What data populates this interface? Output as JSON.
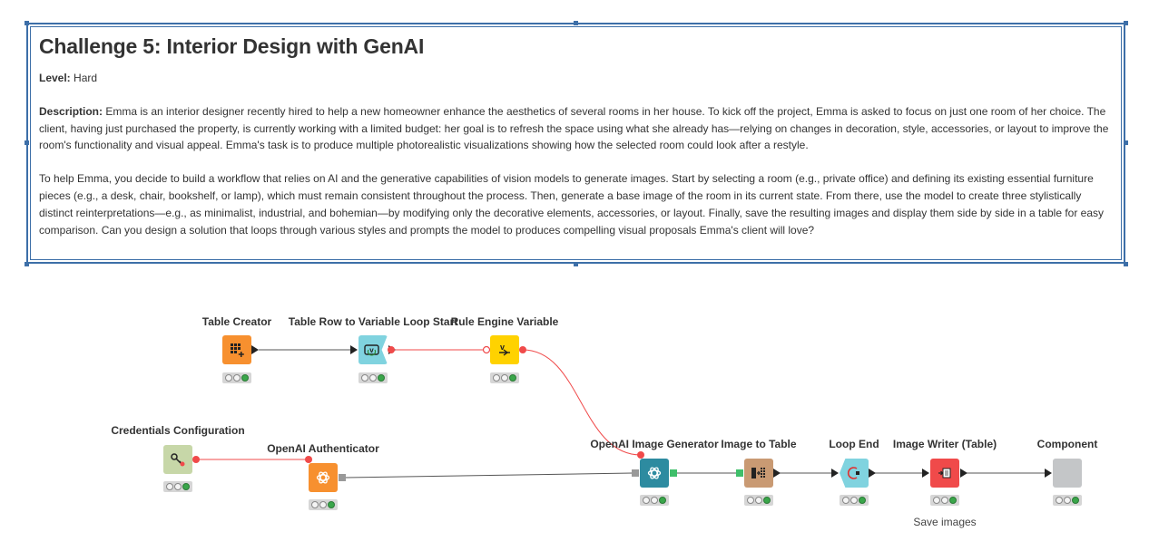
{
  "annotation": {
    "title": "Challenge 5: Interior Design with GenAI",
    "level_label": "Level:",
    "level_value": "Hard",
    "description_label": "Description:",
    "description_text": "Emma is an interior designer recently hired to help a new homeowner enhance the aesthetics of several rooms in her house. To kick off the project, Emma is asked to focus on just one room of her choice. The client, having just purchased the property, is currently working with a limited budget: her goal is to refresh the space using what she already has—relying on changes in decoration, style, accessories, or layout to improve the room's functionality and visual appeal. Emma's task is to produce multiple photorealistic visualizations showing how the selected room could look after a restyle.",
    "paragraph2": "To help Emma, you decide to build a workflow that relies on AI and the generative capabilities of vision models to generate images. Start by selecting a room (e.g., private office) and defining its existing essential furniture pieces (e.g., a desk, chair, bookshelf, or lamp), which must remain consistent throughout the process. Then, generate a base image of the room in its current state. From there, use the model to create three stylistically distinct reinterpretations—e.g., as minimalist, industrial, and bohemian—by modifying only the decorative elements, accessories, or layout. Finally, save the resulting images and display them side by side in a table for easy comparison. Can you design a solution that loops through various styles and prompts the model to produces compelling visual proposals Emma's client will love?"
  },
  "nodes": {
    "table_creator": {
      "label": "Table Creator",
      "color": "#f7902f",
      "icon": "table-grid-icon"
    },
    "loop_start": {
      "label": "Table Row to Variable Loop Start",
      "color": "#80d3df",
      "icon": "loop-start-icon"
    },
    "rule_engine": {
      "label": "Rule Engine Variable",
      "color": "#ffd200",
      "icon": "rule-variable-icon"
    },
    "credentials": {
      "label": "Credentials Configuration",
      "color": "#c7d7a8",
      "icon": "credentials-key-icon"
    },
    "openai_auth": {
      "label": "OpenAI Authenticator",
      "color": "#f7902f",
      "icon": "openai-icon"
    },
    "image_generator": {
      "label": "OpenAI Image Generator",
      "color": "#2d8ba0",
      "icon": "openai-icon"
    },
    "image_to_table": {
      "label": "Image to Table",
      "color": "#c99a73",
      "icon": "image-to-table-icon"
    },
    "loop_end": {
      "label": "Loop End",
      "color": "#80d3df",
      "icon": "loop-end-icon"
    },
    "image_writer": {
      "label": "Image Writer (Table)",
      "color": "#f04a4a",
      "icon": "image-writer-icon"
    },
    "component": {
      "label": "Component",
      "color": "#c4c6c8",
      "icon": "component-icon"
    }
  },
  "captions": {
    "image_writer": "Save images"
  },
  "colors": {
    "annotation_border": "#3d6fa8",
    "variable_connection": "#f04a4a",
    "data_connection": "#555555",
    "status_green": "#3aa64a"
  }
}
